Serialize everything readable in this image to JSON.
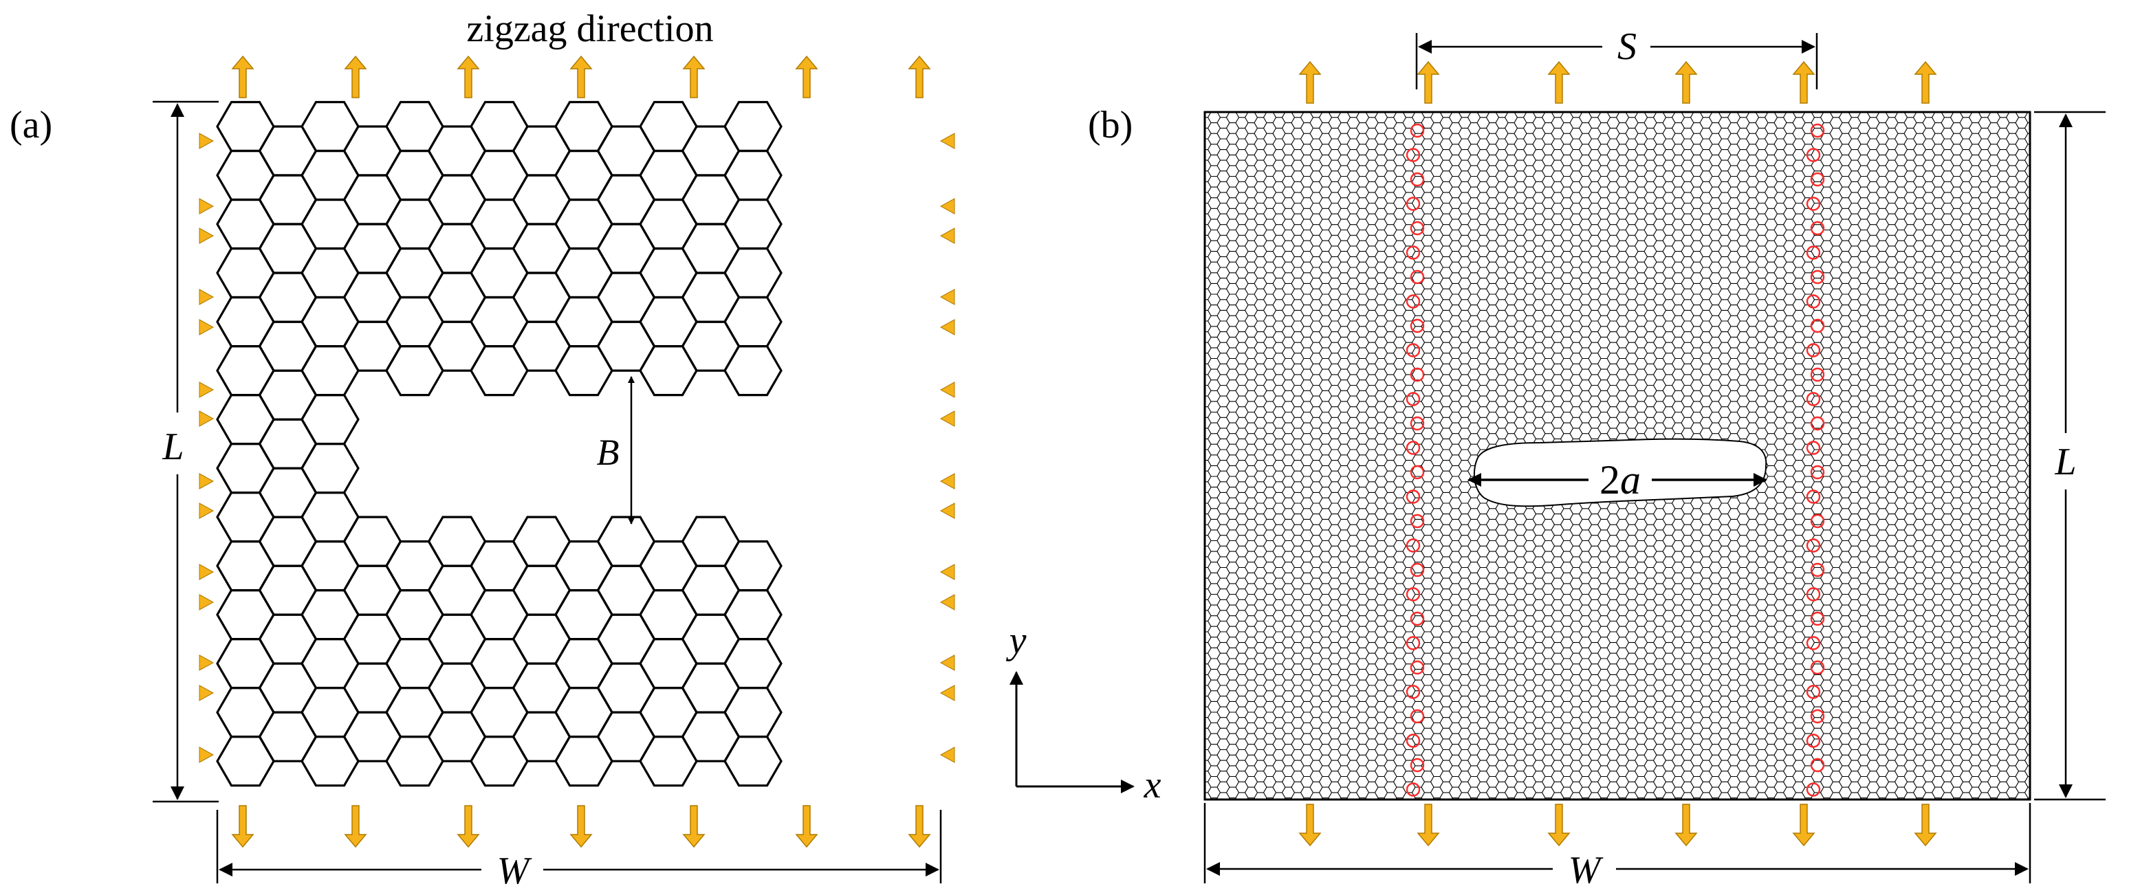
{
  "panel_a": {
    "label": "(a)",
    "caption": "zigzag direction",
    "dim_L": "L",
    "dim_W": "W",
    "dim_B": "B"
  },
  "panel_b": {
    "label": "(b)",
    "dim_S": "S",
    "dim_L": "L",
    "dim_W": "W",
    "crack": "2a"
  },
  "axes": {
    "x": "x",
    "y": "y"
  },
  "colors": {
    "arrow": "#f5b21a",
    "arrow_edge": "#b07b00",
    "lattice": "#000000",
    "fiber": "#ff2a2a"
  }
}
